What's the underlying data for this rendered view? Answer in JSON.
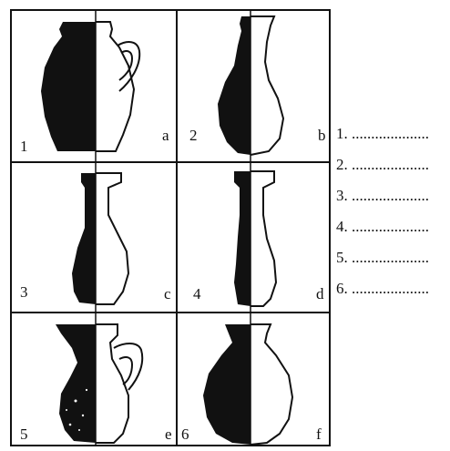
{
  "vessels": [
    {
      "number": "1",
      "letter": "a"
    },
    {
      "number": "2",
      "letter": "b"
    },
    {
      "number": "3",
      "letter": "c"
    },
    {
      "number": "4",
      "letter": "d"
    },
    {
      "number": "5",
      "letter": "e"
    },
    {
      "number": "6",
      "letter": "f"
    }
  ],
  "answers": [
    "1. ....................",
    "2. ....................",
    "3. ....................",
    "4. ....................",
    "5. ....................",
    "6. ...................."
  ],
  "colors": {
    "ink": "#111111",
    "paper": "#ffffff"
  }
}
